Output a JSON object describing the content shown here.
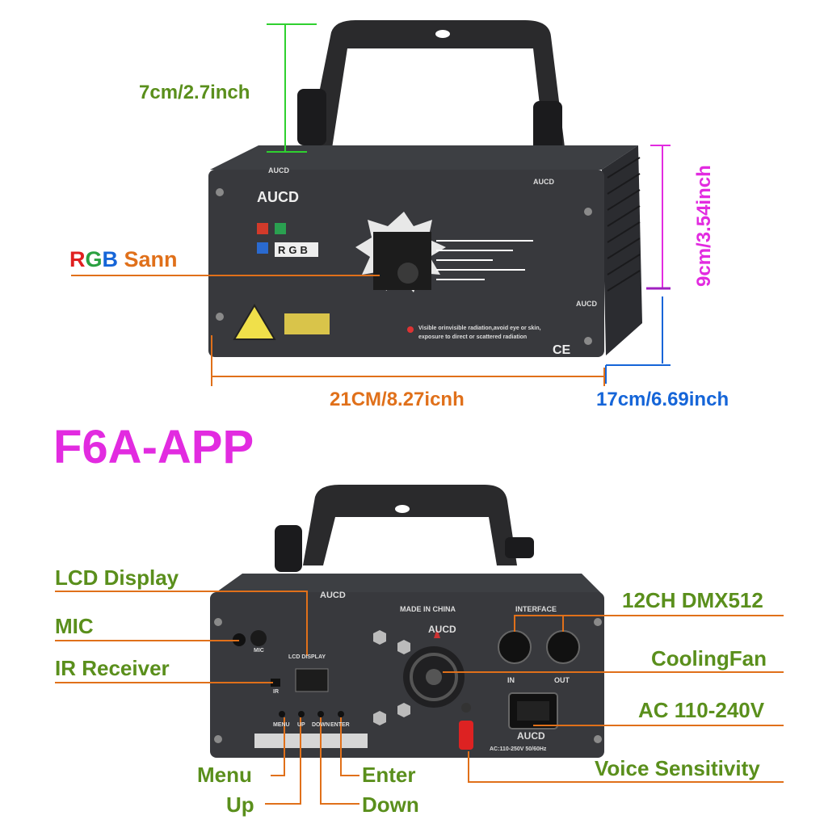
{
  "top": {
    "dims": {
      "handle_height": "7cm/2.7inch",
      "height": "9cm/3.54inch",
      "width": "21CM/8.27icnh",
      "depth": "17cm/6.69inch"
    },
    "rgb_label": {
      "r": "R",
      "g": "G",
      "b": "B",
      "rest": "Sann"
    },
    "device": {
      "brand": "AUCD",
      "logo_text": "AUCD",
      "rgb_plate": "RGB",
      "warning_text_1": "Visible orinvisible radiation,avoid eye or skin,",
      "warning_text_2": "exposure to direct or scattered radiation",
      "ce_mark": "CE"
    }
  },
  "model": "F6A-APP",
  "rear": {
    "labels": {
      "lcd_display": "LCD Display",
      "mic": "MIC",
      "ir_receiver": "IR Receiver",
      "dmx": "12CH DMX512",
      "cooling_fan": "CoolingFan",
      "ac": "AC 110-240V",
      "voice_sensitivity": "Voice Sensitivity",
      "menu": "Menu",
      "up": "Up",
      "enter": "Enter",
      "down": "Down"
    },
    "panel": {
      "made_in": "MADE IN CHINA",
      "interface": "INTERFACE",
      "in": "IN",
      "out": "OUT",
      "mic": "MIC",
      "lcd": "LCD DISPLAY",
      "ir": "IR",
      "menu": "MENU",
      "up": "UP",
      "down": "DOWN",
      "enter": "ENTER",
      "ac_rating": "AC:110-250V 50/60Hz",
      "brand": "AUCD"
    }
  },
  "colors": {
    "green": "#5a8f1c",
    "orange": "#e0701a",
    "magenta": "#e22be0",
    "blue": "#1565d8"
  }
}
